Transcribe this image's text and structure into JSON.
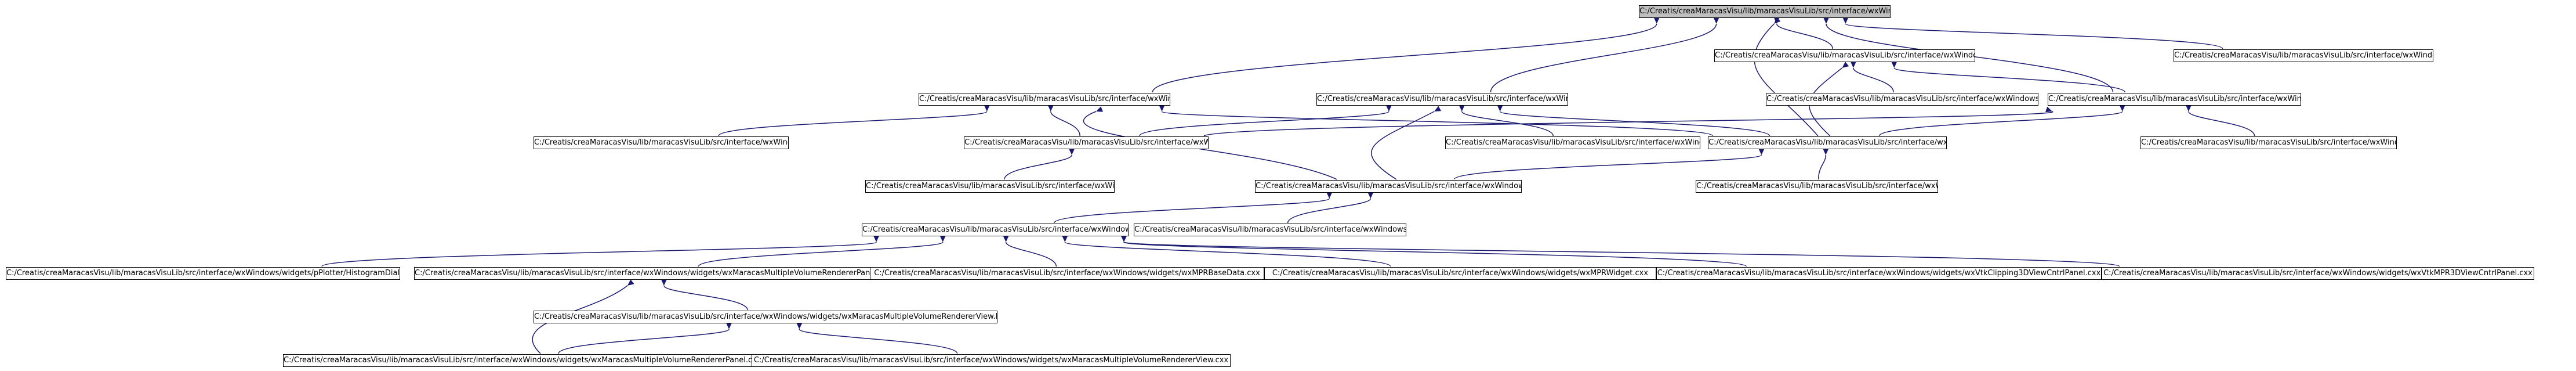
{
  "colors": {
    "node_border": "#000000",
    "node_fill": "#ffffff",
    "root_fill": "#bfbfbf",
    "edge": "#191970"
  },
  "nodes": {
    "root": "C:/Creatis/creaMaracasVisu/lib/maracasVisuLib/src/interface/wxWindows/widgets/pPlotter/pPlotterLayer.h",
    "scalex_h": "C:/Creatis/creaMaracasVisu/lib/maracasVisuLib/src/interface/wxWindows/widgets/pPlotter/pPlotterScaleX.h",
    "scaley_h": "C:/Creatis/creaMaracasVisu/lib/maracasVisuLib/src/interface/wxWindows/widgets/pPlotter/pPlotterScaleY.h",
    "graphfunc_h": "C:/Creatis/creaMaracasVisu/lib/maracasVisuLib/src/interface/wxWindows/widgets/pPlotter/pGraphicalFunction.h",
    "layer_cxx": "C:/Creatis/creaMaracasVisu/lib/maracasVisuLib/src/interface/wxWindows/widgets/pPlotter/pPlotterLayer.cxx",
    "graphfunc_cxx": "C:/Creatis/creaMaracasVisu/lib/maracasVisuLib/src/interface/wxWindows/widgets/pPlotter/pGraphicalFunction.cxx",
    "window_h": "C:/Creatis/creaMaracasVisu/lib/maracasVisuLib/src/interface/wxWindows/widgets/pPlotter/pPlotterWindow.h",
    "scalex_cxx": "C:/Creatis/creaMaracasVisu/lib/maracasVisuLib/src/interface/wxWindows/widgets/pPlotter/pPlotterScaleX.cxx",
    "histogram_h": "C:/Creatis/creaMaracasVisu/lib/maracasVisuLib/src/interface/wxWindows/widgets/pPlotter/pHistogram.h",
    "scaley_cxx": "C:/Creatis/creaMaracasVisu/lib/maracasVisuLib/src/interface/wxWindows/widgets/pPlotter/pPlotterScaleY.cxx",
    "plotter_h": "C:/Creatis/creaMaracasVisu/lib/maracasVisuLib/src/interface/wxWindows/widgets/pPlotter/pPlotter.h",
    "window_cxx": "C:/Creatis/creaMaracasVisu/lib/maracasVisuLib/src/interface/wxWindows/widgets/pPlotter/pPlotterWindow.cxx",
    "histogram_cxx": "C:/Creatis/creaMaracasVisu/lib/maracasVisuLib/src/interface/wxWindows/widgets/pPlotter/pHistogram.cxx",
    "histwidget_h": "C:/Creatis/creaMaracasVisu/lib/maracasVisuLib/src/interface/wxWindows/widgets/pPlotter/HistogramWidget.h",
    "plotter_cxx": "C:/Creatis/creaMaracasVisu/lib/maracasVisuLib/src/interface/wxWindows/widgets/pPlotter/pPlotter.cxx",
    "histdialog_h": "C:/Creatis/creaMaracasVisu/lib/maracasVisuLib/src/interface/wxWindows/widgets/pPlotter/HistogramDialog.h",
    "histwidget_cxx": "C:/Creatis/creaMaracasVisu/lib/maracasVisuLib/src/interface/wxWindows/widgets/pPlotter/HistogramWidget.cxx",
    "histdialog_cxx": "C:/Creatis/creaMaracasVisu/lib/maracasVisuLib/src/interface/wxWindows/widgets/pPlotter/HistogramDialog.cxx",
    "mvrpanel_h": "C:/Creatis/creaMaracasVisu/lib/maracasVisuLib/src/interface/wxWindows/widgets/wxMaracasMultipleVolumeRendererPanel.h",
    "mprbase_cxx": "C:/Creatis/creaMaracasVisu/lib/maracasVisuLib/src/interface/wxWindows/widgets/wxMPRBaseData.cxx",
    "mprwidget_cxx": "C:/Creatis/creaMaracasVisu/lib/maracasVisuLib/src/interface/wxWindows/widgets/wxMPRWidget.cxx",
    "clipping_cxx": "C:/Creatis/creaMaracasVisu/lib/maracasVisuLib/src/interface/wxWindows/widgets/wxVtkClipping3DViewCntrlPanel.cxx",
    "mpr3d_cxx": "C:/Creatis/creaMaracasVisu/lib/maracasVisuLib/src/interface/wxWindows/widgets/wxVtkMPR3DViewCntrlPanel.cxx",
    "mvrview_h": "C:/Creatis/creaMaracasVisu/lib/maracasVisuLib/src/interface/wxWindows/widgets/wxMaracasMultipleVolumeRendererView.h",
    "mvrpanel_cxx": "C:/Creatis/creaMaracasVisu/lib/maracasVisuLib/src/interface/wxWindows/widgets/wxMaracasMultipleVolumeRendererPanel.cxx",
    "mvrview_cxx": "C:/Creatis/creaMaracasVisu/lib/maracasVisuLib/src/interface/wxWindows/widgets/wxMaracasMultipleVolumeRendererView.cxx"
  }
}
